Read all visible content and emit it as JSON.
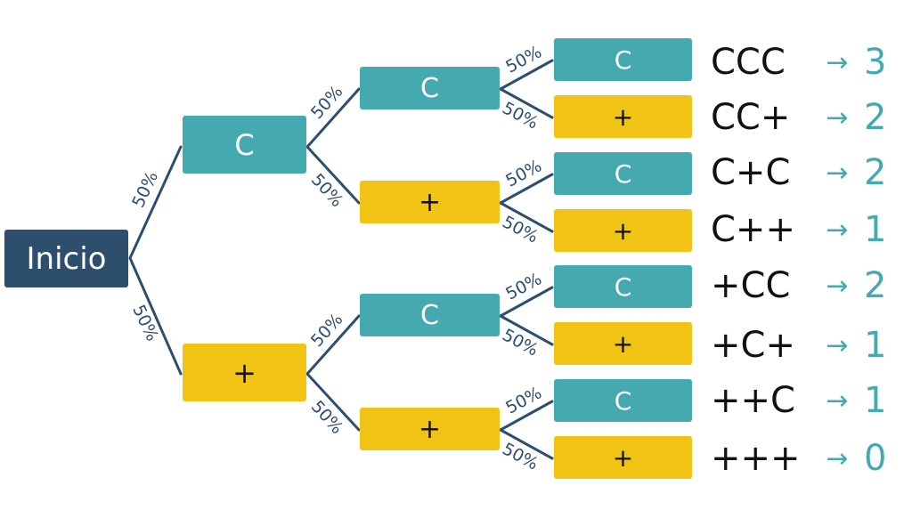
{
  "root": {
    "label": "Inicio"
  },
  "probability_label": "50%",
  "arrow": "→",
  "level1": [
    {
      "label": "C",
      "type": "heads"
    },
    {
      "label": "+",
      "type": "tails"
    }
  ],
  "level2": [
    {
      "label": "C",
      "type": "heads"
    },
    {
      "label": "+",
      "type": "tails"
    },
    {
      "label": "C",
      "type": "heads"
    },
    {
      "label": "+",
      "type": "tails"
    }
  ],
  "level3": [
    {
      "label": "C",
      "type": "heads"
    },
    {
      "label": "+",
      "type": "tails"
    },
    {
      "label": "C",
      "type": "heads"
    },
    {
      "label": "+",
      "type": "tails"
    },
    {
      "label": "C",
      "type": "heads"
    },
    {
      "label": "+",
      "type": "tails"
    },
    {
      "label": "C",
      "type": "heads"
    },
    {
      "label": "+",
      "type": "tails"
    }
  ],
  "outcomes": [
    {
      "sequence": "CCC",
      "count": "3"
    },
    {
      "sequence": "CC+",
      "count": "2"
    },
    {
      "sequence": "C+C",
      "count": "2"
    },
    {
      "sequence": "C++",
      "count": "1"
    },
    {
      "sequence": "+CC",
      "count": "2"
    },
    {
      "sequence": "+C+",
      "count": "1"
    },
    {
      "sequence": "++C",
      "count": "1"
    },
    {
      "sequence": "+++",
      "count": "0"
    }
  ],
  "colors": {
    "root": "#2e4e6e",
    "heads": "#45aab0",
    "tails": "#f0c315",
    "line": "#2e4e6e",
    "count": "#45aab0"
  }
}
